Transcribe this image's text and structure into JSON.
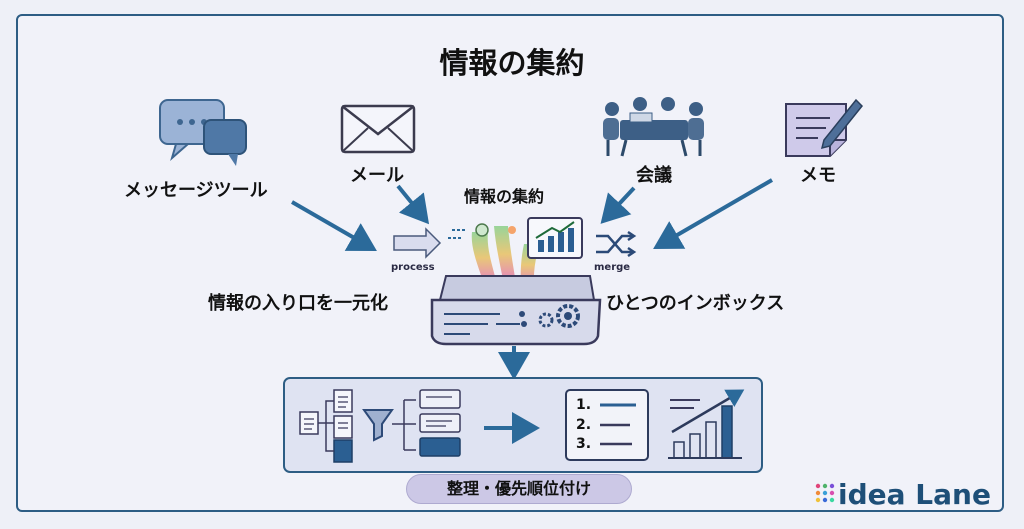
{
  "title": "情報の集約",
  "sources": {
    "chat_tool": "メッセージツール",
    "mail": "メール",
    "meeting": "会議",
    "memo": "メモ"
  },
  "center": {
    "label": "情報の集約",
    "process": "process",
    "merge": "merge",
    "left_caption": "情報の入り口を一元化",
    "right_caption": "ひとつのインボックス"
  },
  "sort_steps": [
    "1.",
    "2.",
    "3."
  ],
  "bottom_label": "整理・優先順位付け",
  "brand": "idea Lane",
  "colors": {
    "frame": "#2d5d84",
    "arrow": "#2b6a9a",
    "panel": "#dfe3f2"
  }
}
